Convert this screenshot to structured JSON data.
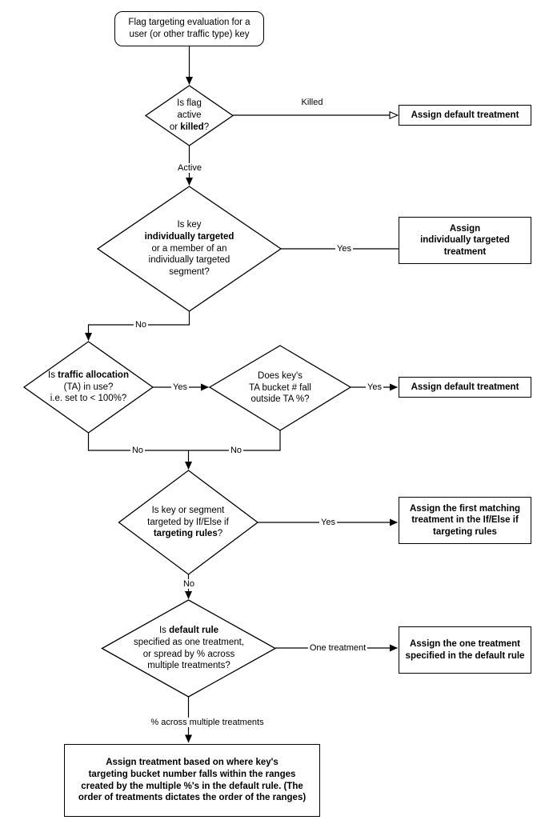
{
  "colors": {
    "stroke": "#000000",
    "text": "#000000",
    "background": "#ffffff"
  },
  "start": {
    "text": "Flag targeting evaluation for a\nuser (or other traffic type) key"
  },
  "decisions": {
    "flag_active": {
      "lines": [
        [
          {
            "t": "Is flag"
          }
        ],
        [
          {
            "t": "active"
          }
        ],
        [
          {
            "t": "or "
          },
          {
            "t": "killed",
            "b": true
          },
          {
            "t": "?"
          }
        ]
      ]
    },
    "individually_targeted": {
      "lines": [
        [
          {
            "t": "Is key"
          }
        ],
        [
          {
            "t": "individually targeted",
            "b": true
          }
        ],
        [
          {
            "t": "or a member of an"
          }
        ],
        [
          {
            "t": "individually targeted"
          }
        ],
        [
          {
            "t": "segment?"
          }
        ]
      ]
    },
    "traffic_allocation": {
      "lines": [
        [
          {
            "t": "Is "
          },
          {
            "t": "traffic allocation",
            "b": true
          }
        ],
        [
          {
            "t": "(TA) in use?"
          }
        ],
        [
          {
            "t": "i.e. set to < 100%?"
          }
        ]
      ]
    },
    "ta_bucket": {
      "lines": [
        [
          {
            "t": "Does key's"
          }
        ],
        [
          {
            "t": "TA bucket # fall"
          }
        ],
        [
          {
            "t": "outside TA %?"
          }
        ]
      ]
    },
    "targeting_rules": {
      "lines": [
        [
          {
            "t": "Is key or segment"
          }
        ],
        [
          {
            "t": "targeted by If/Else if"
          }
        ],
        [
          {
            "t": "targeting rules",
            "b": true
          },
          {
            "t": "?"
          }
        ]
      ]
    },
    "default_rule": {
      "lines": [
        [
          {
            "t": "Is "
          },
          {
            "t": "default rule",
            "b": true
          }
        ],
        [
          {
            "t": "specified as one treatment,"
          }
        ],
        [
          {
            "t": "or spread by % across"
          }
        ],
        [
          {
            "t": "multiple treatments?"
          }
        ]
      ]
    }
  },
  "outcomes": {
    "default1": "Assign default treatment",
    "individual": "Assign\nindividually targeted\ntreatment",
    "default2": "Assign default treatment",
    "first_matching": "Assign the first matching\ntreatment in the If/Else if\ntargeting rules",
    "one_treatment": "Assign the one treatment\nspecified in the default rule",
    "ranges": "Assign treatment based on where key's\ntargeting bucket number falls within the ranges\ncreated by the multiple %'s in the default rule. (The\norder of treatments dictates the order of the ranges)"
  },
  "edges": {
    "killed": "Killed",
    "active": "Active",
    "targeted_yes": "Yes",
    "targeted_no": "No",
    "ta_yes": "Yes",
    "bucket_yes": "Yes",
    "ta_no": "No",
    "bucket_no": "No",
    "rules_yes": "Yes",
    "rules_no": "No",
    "one_treatment": "One treatment",
    "multi": "% across multiple treatments"
  }
}
